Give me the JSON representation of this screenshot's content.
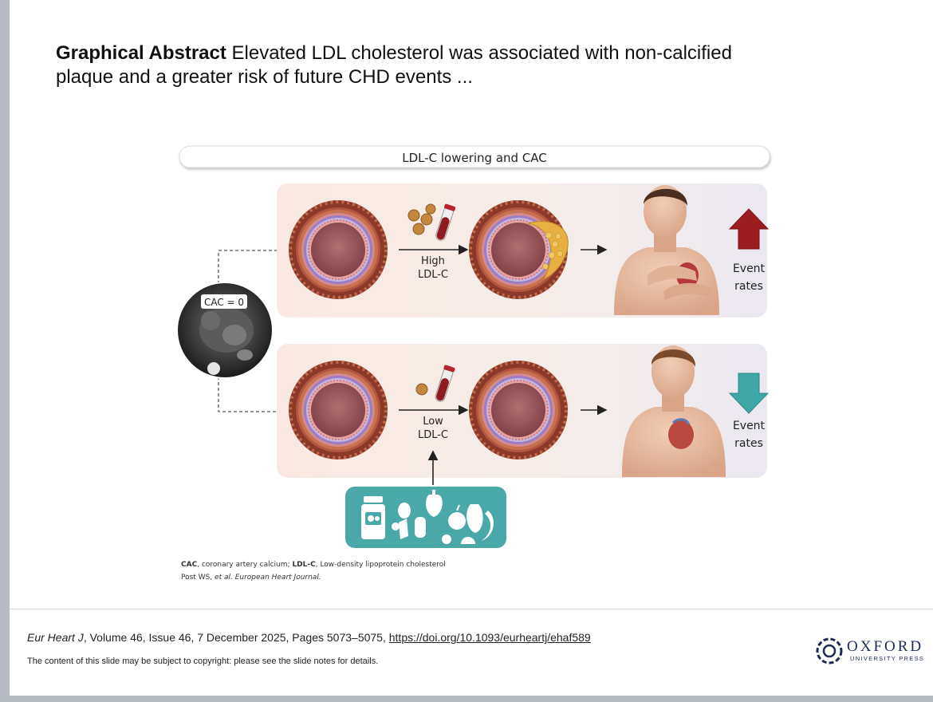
{
  "title": {
    "bold": "Graphical Abstract",
    "text": " Elevated LDL cholesterol was associated with non-calcified plaque and a greater risk of future CHD events ..."
  },
  "diagram": {
    "header": "LDL-C lowering and CAC",
    "scan_label": "CAC = 0",
    "upper": {
      "line1": "High",
      "line2": "LDL-C",
      "outcome1": "Event",
      "outcome2": "rates"
    },
    "lower": {
      "line1": "Low",
      "line2": "LDL-C",
      "outcome1": "Event",
      "outcome2": "rates"
    },
    "colors": {
      "up_arrow": "#9b1d20",
      "down_arrow": "#3fa8a6",
      "lifestyle_box": "#4aa9a8"
    }
  },
  "legend": {
    "cac_abbr": "CAC",
    "cac_def": ", coronary artery calcium; ",
    "ldl_abbr": "LDL-C",
    "ldl_def": ", Low-density lipoprotein cholesterol",
    "citation_authors": "Post WS, ",
    "citation_etal": "et al.",
    "citation_journal": " European Heart Journal."
  },
  "reference": {
    "journal": "Eur Heart J",
    "details": ", Volume 46, Issue 46, 7 December 2025, Pages 5073–5075, ",
    "doi": "https://doi.org/10.1093/eurheartj/ehaf589"
  },
  "copyright": "The content of this slide may be subject to copyright: please see the slide notes for details.",
  "publisher": {
    "name": "OXFORD",
    "sub": "UNIVERSITY PRESS"
  }
}
